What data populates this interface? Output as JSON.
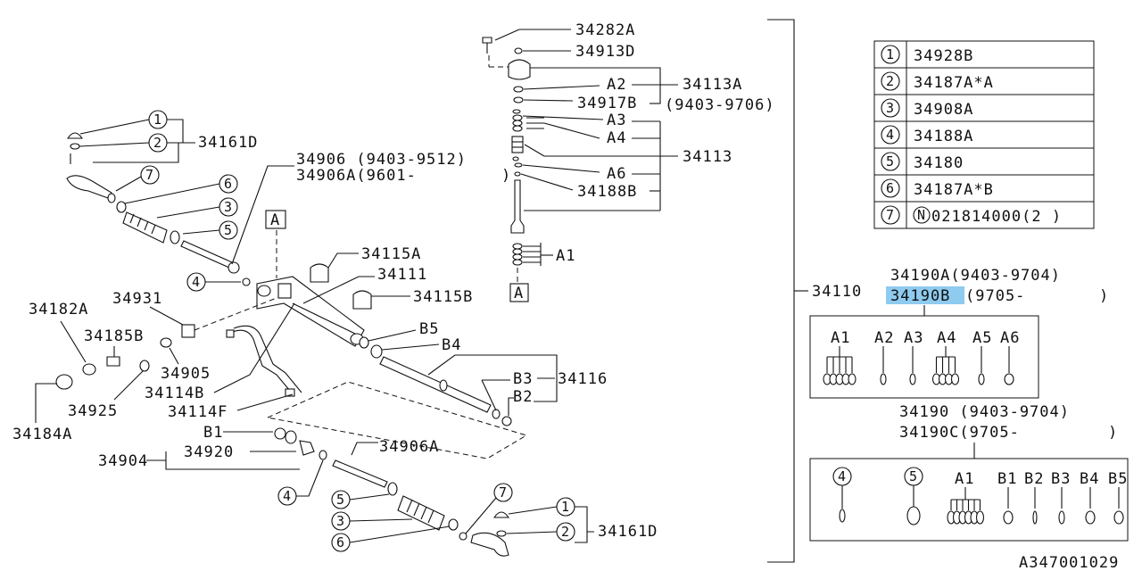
{
  "labels": {
    "p34282A": "34282A",
    "p34913D": "34913D",
    "a2": "A2",
    "p34113A": "34113A",
    "p34917B": "34917B",
    "r9403_9706": "(9403-9706)",
    "a3": "A3",
    "a4": "A4",
    "p34113": "34113",
    "a6": "A6",
    "p34188B": "34188B",
    "a1": "A1",
    "box_a_top": "A",
    "box_a_bottom": "A",
    "p34161D_top": "34161D",
    "p34906": "34906 (9403-9512)",
    "p34906A_date": "34906A(9601-",
    "paren_close": ")",
    "p34115A": "34115A",
    "p34111": "34111",
    "p34115B": "34115B",
    "p34931": "34931",
    "p34182A": "34182A",
    "p34185B": "34185B",
    "p34905": "34905",
    "p34114B": "34114B",
    "p34114F": "34114F",
    "p34925": "34925",
    "p34184A": "34184A",
    "b5": "B5",
    "b4": "B4",
    "b3": "B3",
    "b2": "B2",
    "p34116": "34116",
    "b1": "B1",
    "p34920": "34920",
    "p34904": "34904",
    "p34906A": "34906A",
    "p34161D_bottom": "34161D",
    "p34110": "34110",
    "p34190A": "34190A(9403-9704)",
    "p34190B": "34190B",
    "r9705_a": "(9705-",
    "paren_a": ")",
    "p34190": "34190 (9403-9704)",
    "p34190C": "34190C(9705-",
    "paren_c": ")",
    "diagram_id": "A347001029"
  },
  "circled": {
    "c1": "1",
    "c2": "2",
    "c3": "3",
    "c4": "4",
    "c5": "5",
    "c6": "6",
    "c7": "7"
  },
  "kit_a_labels": [
    "A1",
    "A2",
    "A3",
    "A4",
    "A5",
    "A6"
  ],
  "kit_b_labels": [
    "4",
    "5",
    "A1",
    "B1",
    "B2",
    "B3",
    "B4",
    "B5"
  ],
  "legend": [
    {
      "num": "1",
      "part": "34928B"
    },
    {
      "num": "2",
      "part": "34187A*A"
    },
    {
      "num": "3",
      "part": "34908A"
    },
    {
      "num": "4",
      "part": "34188A"
    },
    {
      "num": "5",
      "part": "34180"
    },
    {
      "num": "6",
      "part": "34187A*B"
    },
    {
      "num": "7",
      "part": "021814000(2 )",
      "prefix_symbol": "N"
    }
  ],
  "colors": {
    "highlight": "#8ecbef",
    "ink": "#111111"
  }
}
